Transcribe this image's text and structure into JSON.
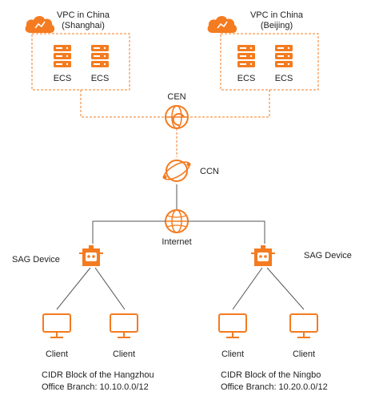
{
  "colors": {
    "accent": "#f47b20",
    "text": "#222222",
    "line": "#555555",
    "background": "#ffffff"
  },
  "vpc_shanghai": {
    "title": "VPC in China",
    "region": "(Shanghai)",
    "servers": [
      "ECS",
      "ECS"
    ],
    "icon": "cloud-icon"
  },
  "vpc_beijing": {
    "title": "VPC in China",
    "region": "(Beijing)",
    "servers": [
      "ECS",
      "ECS"
    ],
    "icon": "cloud-icon"
  },
  "cen": {
    "label": "CEN",
    "icon": "cen-globe-icon"
  },
  "ccn": {
    "label": "CCN",
    "icon": "ccn-orbit-icon"
  },
  "internet": {
    "label": "Internet",
    "icon": "globe-icon"
  },
  "sag_left": {
    "label": "SAG Device",
    "icon": "sag-device-icon"
  },
  "sag_right": {
    "label": "SAG Device",
    "icon": "sag-device-icon"
  },
  "clients": [
    "Client",
    "Client",
    "Client",
    "Client"
  ],
  "branch_hangzhou": {
    "line1": "CIDR Block of the Hangzhou",
    "line2": "Office Branch: 10.10.0.0/12"
  },
  "branch_ningbo": {
    "line1": "CIDR Block of the Ningbo",
    "line2": "Office Branch: 10.20.0.0/12"
  }
}
